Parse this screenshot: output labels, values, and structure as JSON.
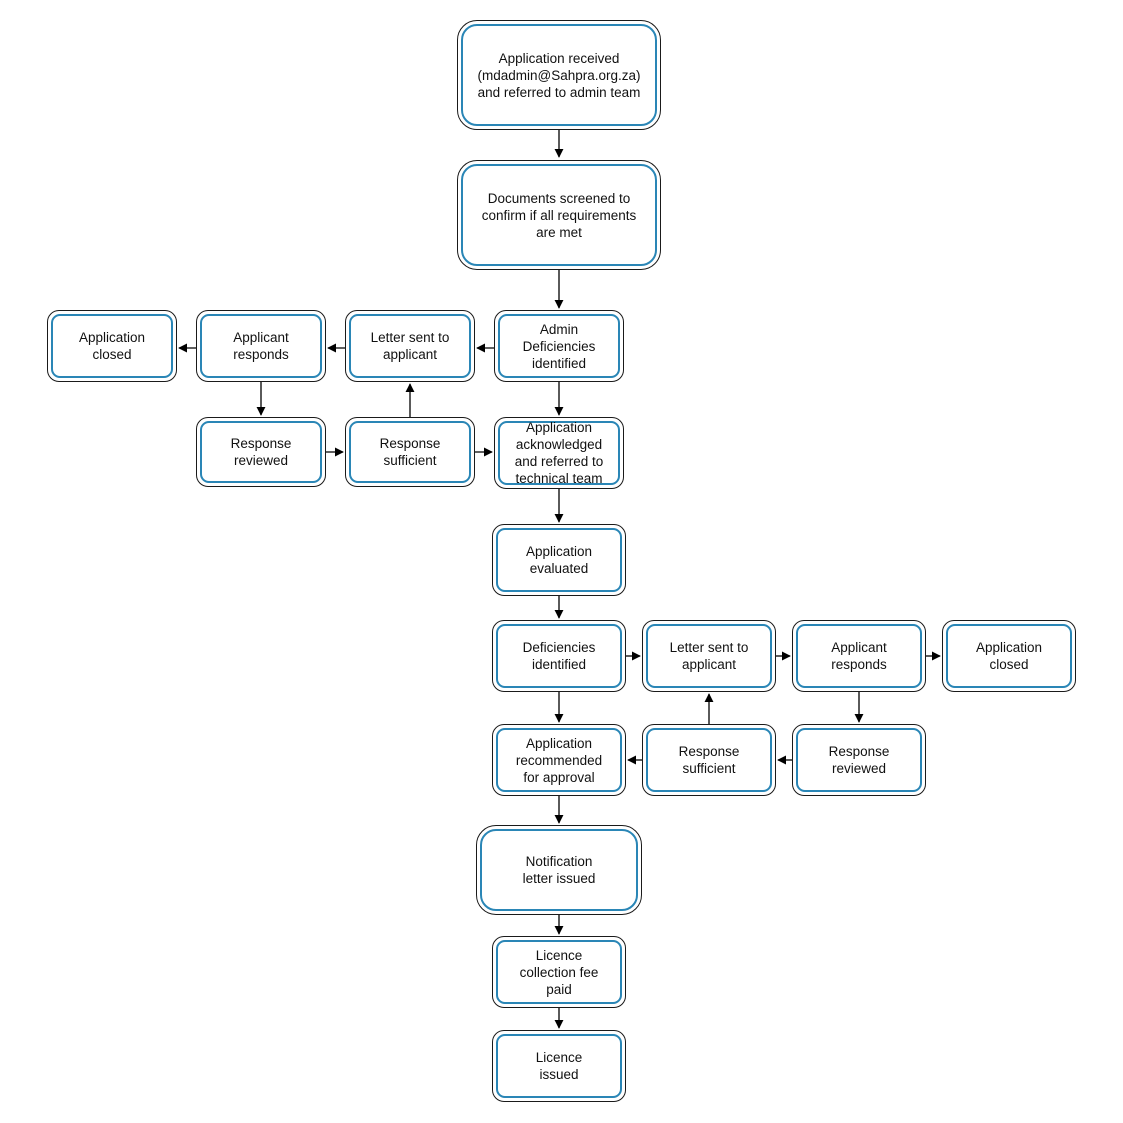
{
  "diagram": {
    "nodes": {
      "received": "Application received\n(mdadmin@Sahpra.org.za)\nand referred to admin team",
      "screened": "Documents screened to\nconfirm if all requirements\nare met",
      "admin_def": "Admin\nDeficiencies\nidentified",
      "letter1": "Letter sent to\napplicant",
      "responds1": "Applicant\nresponds",
      "closed1": "Application\nclosed",
      "reviewed1": "Response\nreviewed",
      "sufficient1": "Response\nsufficient",
      "acknowledged": "Application\nacknowledged\nand referred to\ntechnical team",
      "evaluated": "Application\nevaluated",
      "def2": "Deficiencies\nidentified",
      "letter2": "Letter sent to\napplicant",
      "responds2": "Applicant\nresponds",
      "closed2": "Application\nclosed",
      "recommended": "Application\nrecommended\nfor approval",
      "sufficient2": "Response\nsufficient",
      "reviewed2": "Response\nreviewed",
      "notification": "Notification\nletter issued",
      "fee": "Licence\ncollection fee\npaid",
      "issued": "Licence\nissued"
    },
    "edges": [
      [
        "received",
        "screened"
      ],
      [
        "screened",
        "admin_def"
      ],
      [
        "admin_def",
        "letter1"
      ],
      [
        "letter1",
        "responds1"
      ],
      [
        "responds1",
        "closed1"
      ],
      [
        "responds1",
        "reviewed1"
      ],
      [
        "reviewed1",
        "sufficient1"
      ],
      [
        "sufficient1",
        "letter1"
      ],
      [
        "sufficient1",
        "acknowledged"
      ],
      [
        "admin_def",
        "acknowledged"
      ],
      [
        "acknowledged",
        "evaluated"
      ],
      [
        "evaluated",
        "def2"
      ],
      [
        "def2",
        "letter2"
      ],
      [
        "letter2",
        "responds2"
      ],
      [
        "responds2",
        "closed2"
      ],
      [
        "responds2",
        "reviewed2"
      ],
      [
        "reviewed2",
        "sufficient2"
      ],
      [
        "sufficient2",
        "letter2"
      ],
      [
        "sufficient2",
        "recommended"
      ],
      [
        "def2",
        "recommended"
      ],
      [
        "recommended",
        "notification"
      ],
      [
        "notification",
        "fee"
      ],
      [
        "fee",
        "issued"
      ]
    ]
  }
}
